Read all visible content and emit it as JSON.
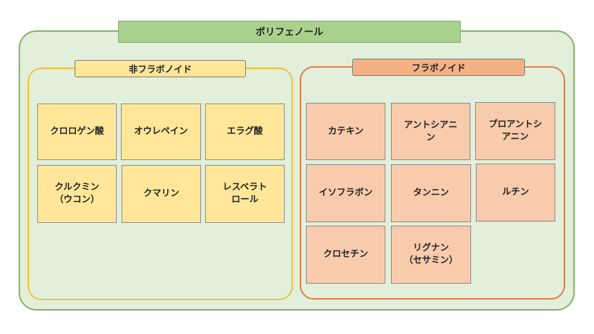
{
  "title": "ポリフェノール",
  "groups": {
    "non_flavonoid": {
      "label": "非フラボノイド",
      "items": [
        "クロロゲン酸",
        "オウレペイン",
        "エラグ酸",
        "クルクミン\n（ウコン）",
        "クマリン",
        "レスベラト\nロール"
      ]
    },
    "flavonoid": {
      "label": "フラボノイド",
      "items": [
        "カテキン",
        "アントシアニ\nン",
        "プロアントシ\nアニン",
        "イソフラボン",
        "タンニン",
        "ルチン",
        "クロセチン",
        "リグナン\n（セサミン）"
      ]
    }
  },
  "colors": {
    "outer_fill": "#e2efda",
    "outer_border": "#7fb05e",
    "title_fill": "#a9d18e",
    "non_flavonoid_fill": "#ffe699",
    "non_flavonoid_border": "#f2c035",
    "flavonoid_fill": "#f8cbad",
    "flavonoid_border": "#e07a45"
  }
}
